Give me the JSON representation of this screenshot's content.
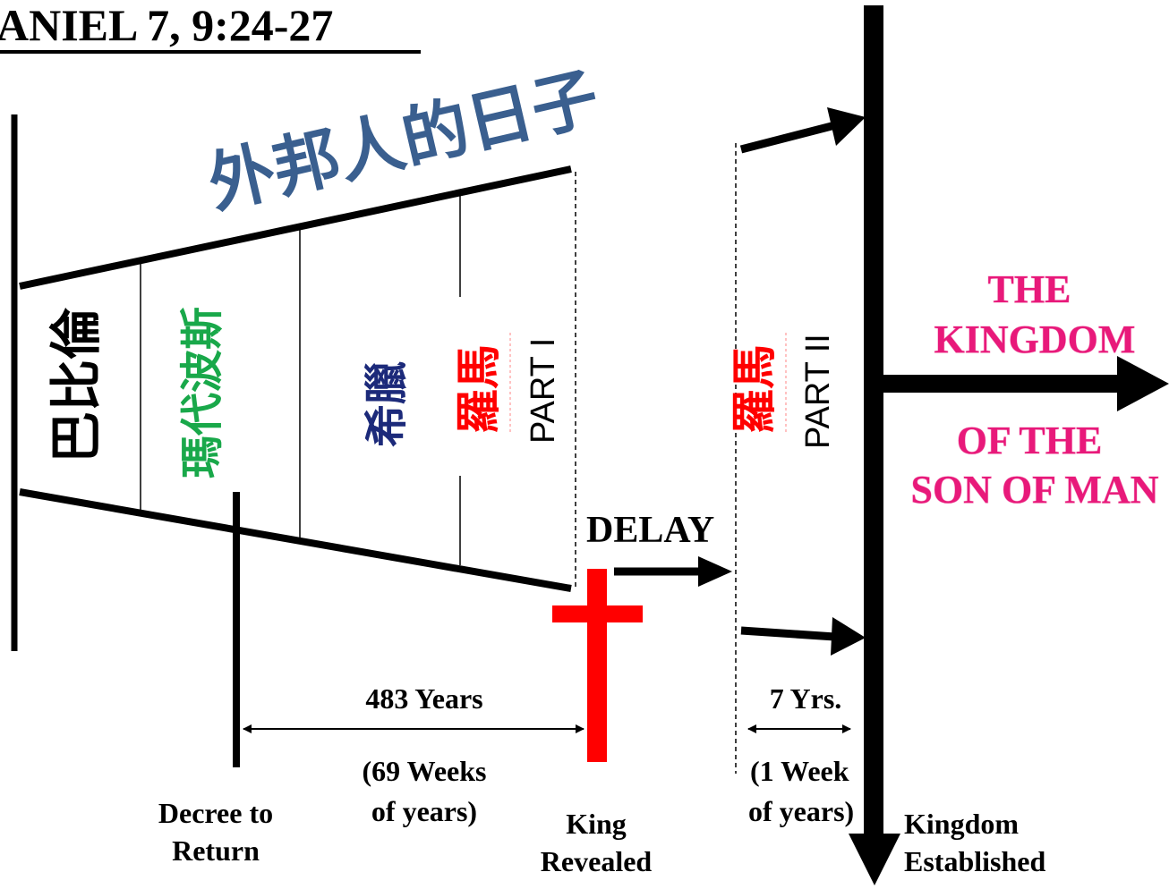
{
  "title": "ANIEL 7, 9:24-27",
  "banner": "外邦人的日子",
  "empires": {
    "babylon": "巴比倫",
    "medo_persia": "瑪代波斯",
    "greece": "希臘",
    "rome_1": "羅馬",
    "part_1": "PART I",
    "rome_2": "羅馬",
    "part_2": "PART II"
  },
  "delay": "DELAY",
  "kingdom": {
    "line1": "THE",
    "line2": "KINGDOM",
    "line3": "OF THE",
    "line4": "SON OF MAN"
  },
  "span_483": {
    "label": "483 Years",
    "sub1": "(69 Weeks",
    "sub2": "of years)"
  },
  "span_7": {
    "label": "7 Yrs.",
    "sub1": "(1 Week",
    "sub2": "of years)"
  },
  "events": {
    "decree_1": "Decree to",
    "decree_2": "Return",
    "king_1": "King",
    "king_2": "Revealed",
    "kingdom_1": "Kingdom",
    "kingdom_2": "Established"
  },
  "colors": {
    "banner": "#3a5f8f",
    "medo_persia": "#19a84a",
    "greece": "#1c2a7a",
    "rome": "#ff0000",
    "kingdom": "#e8197a",
    "cross": "#ff0000",
    "ink": "#000000"
  }
}
